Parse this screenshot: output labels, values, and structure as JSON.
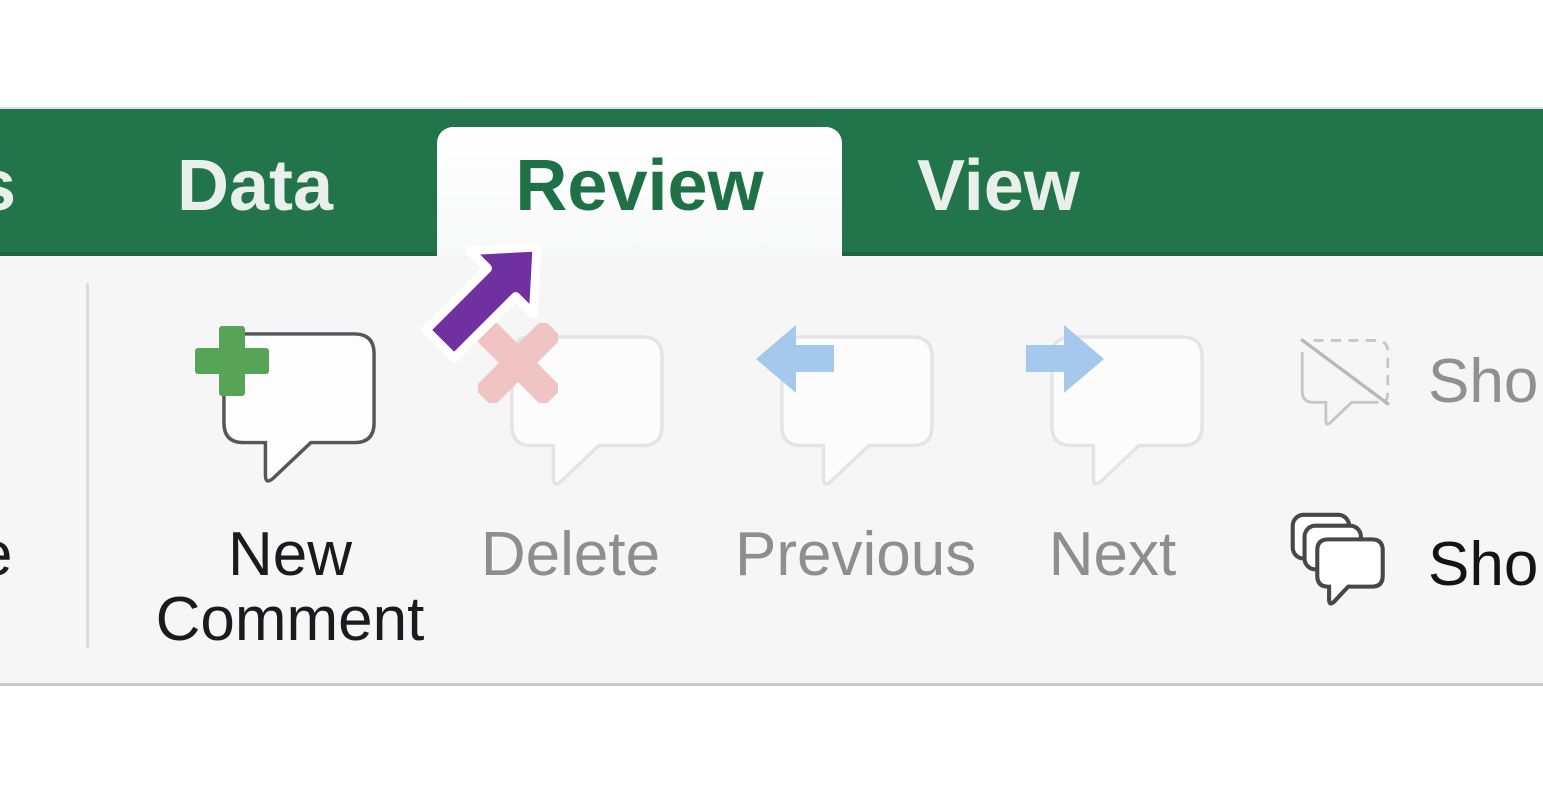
{
  "tab_bar": {
    "partial_tab_text": "s",
    "tabs": [
      {
        "label": "Data",
        "active": false
      },
      {
        "label": "Review",
        "active": true
      },
      {
        "label": "View",
        "active": false
      }
    ]
  },
  "ribbon": {
    "partial_label_text": "e",
    "buttons": [
      {
        "label": "New Comment",
        "lines": [
          "New",
          "Comment"
        ],
        "enabled": true,
        "icon": "new-comment-icon"
      },
      {
        "label": "Delete",
        "enabled": false,
        "icon": "delete-comment-icon"
      },
      {
        "label": "Previous",
        "enabled": false,
        "icon": "previous-comment-icon"
      },
      {
        "label": "Next",
        "enabled": false,
        "icon": "next-comment-icon"
      }
    ],
    "right_buttons": [
      {
        "label": "Sho",
        "enabled": false,
        "icon": "show-hide-comment-icon"
      },
      {
        "label": "Sho",
        "enabled": true,
        "icon": "show-comments-icon"
      }
    ]
  },
  "annotation": {
    "shape": "arrow",
    "points_to": "Review tab",
    "color": "#7030a0"
  },
  "colors": {
    "excel_green": "#22754a",
    "active_tab_text": "#1e7145",
    "tab_text": "#e9efeb",
    "ribbon_bg": "#f6f6f6",
    "enabled_label": "#1b1b1d",
    "disabled_label": "#8e8e8e",
    "plus_green": "#57a457",
    "delete_pink": "#f0c4c2",
    "nav_arrow_blue": "#a4c9ec",
    "annotation_purple": "#7030a0"
  }
}
